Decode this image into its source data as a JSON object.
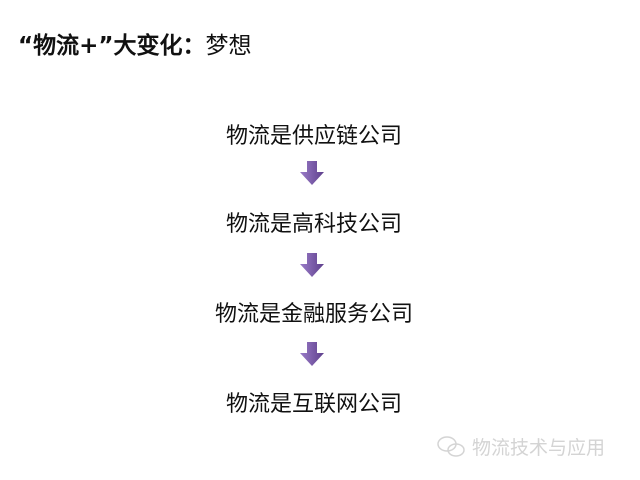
{
  "title": {
    "main": "“物流+”大变化",
    "sep": "：",
    "sub": "梦想"
  },
  "steps": [
    "物流是供应链公司",
    "物流是高科技公司",
    "物流是金融服务公司",
    "物流是互联网公司"
  ],
  "arrow_color": "#7b5aa6",
  "watermark": {
    "icon": "wechat-icon",
    "text": "物流技术与应用"
  }
}
